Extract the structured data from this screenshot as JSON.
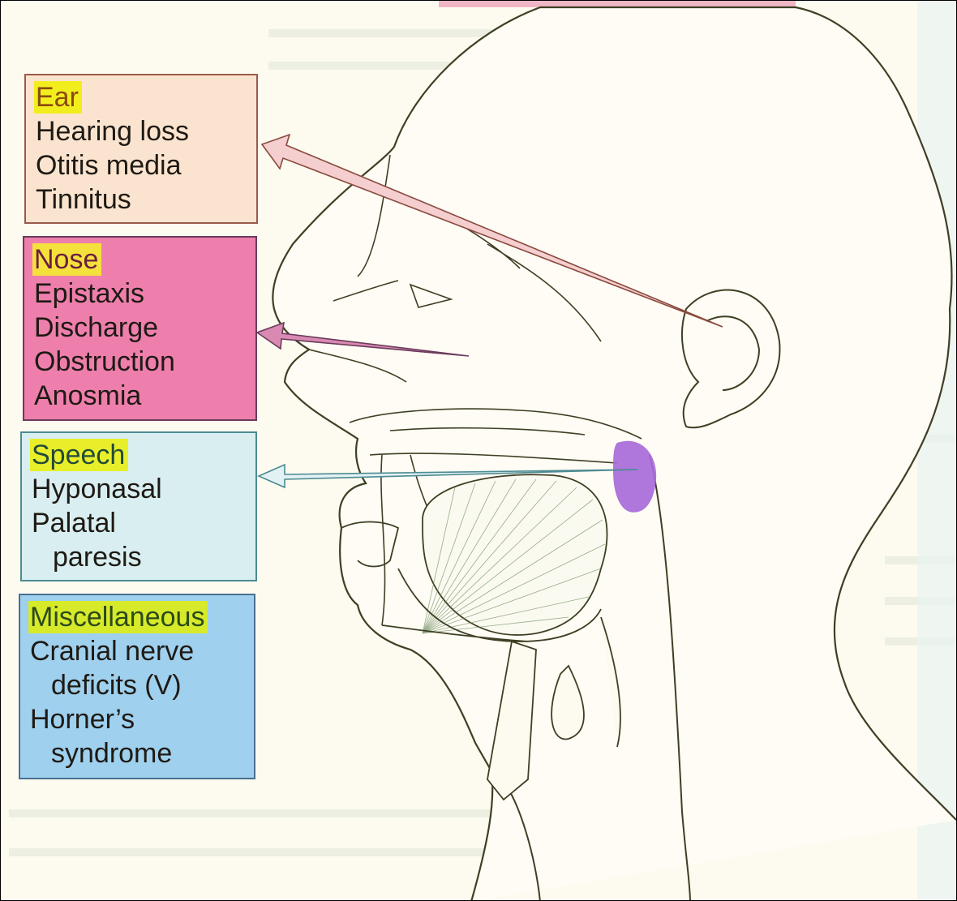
{
  "colors": {
    "ear_box": "#fbe4cf",
    "nose_box": "#ee7fac",
    "speech_box": "#d9eef0",
    "misc_box": "#9fd0ee",
    "heading_highlight": "#f2ee1e",
    "palate_mark": "#a86ad8",
    "line": "#3e3f24"
  },
  "boxes": {
    "ear": {
      "heading": "Ear",
      "items": [
        "Hearing loss",
        "Otitis media",
        "Tinnitus"
      ]
    },
    "nose": {
      "heading": "Nose",
      "items": [
        "Epistaxis",
        "Discharge",
        "Obstruction",
        "Anosmia"
      ]
    },
    "speech": {
      "heading": "Speech",
      "items": [
        "Hyponasal",
        "Palatal",
        "paresis"
      ]
    },
    "misc": {
      "heading": "Miscellaneous",
      "items": [
        "Cranial nerve",
        "deficits (V)",
        "Horner’s",
        "syndrome"
      ]
    }
  }
}
